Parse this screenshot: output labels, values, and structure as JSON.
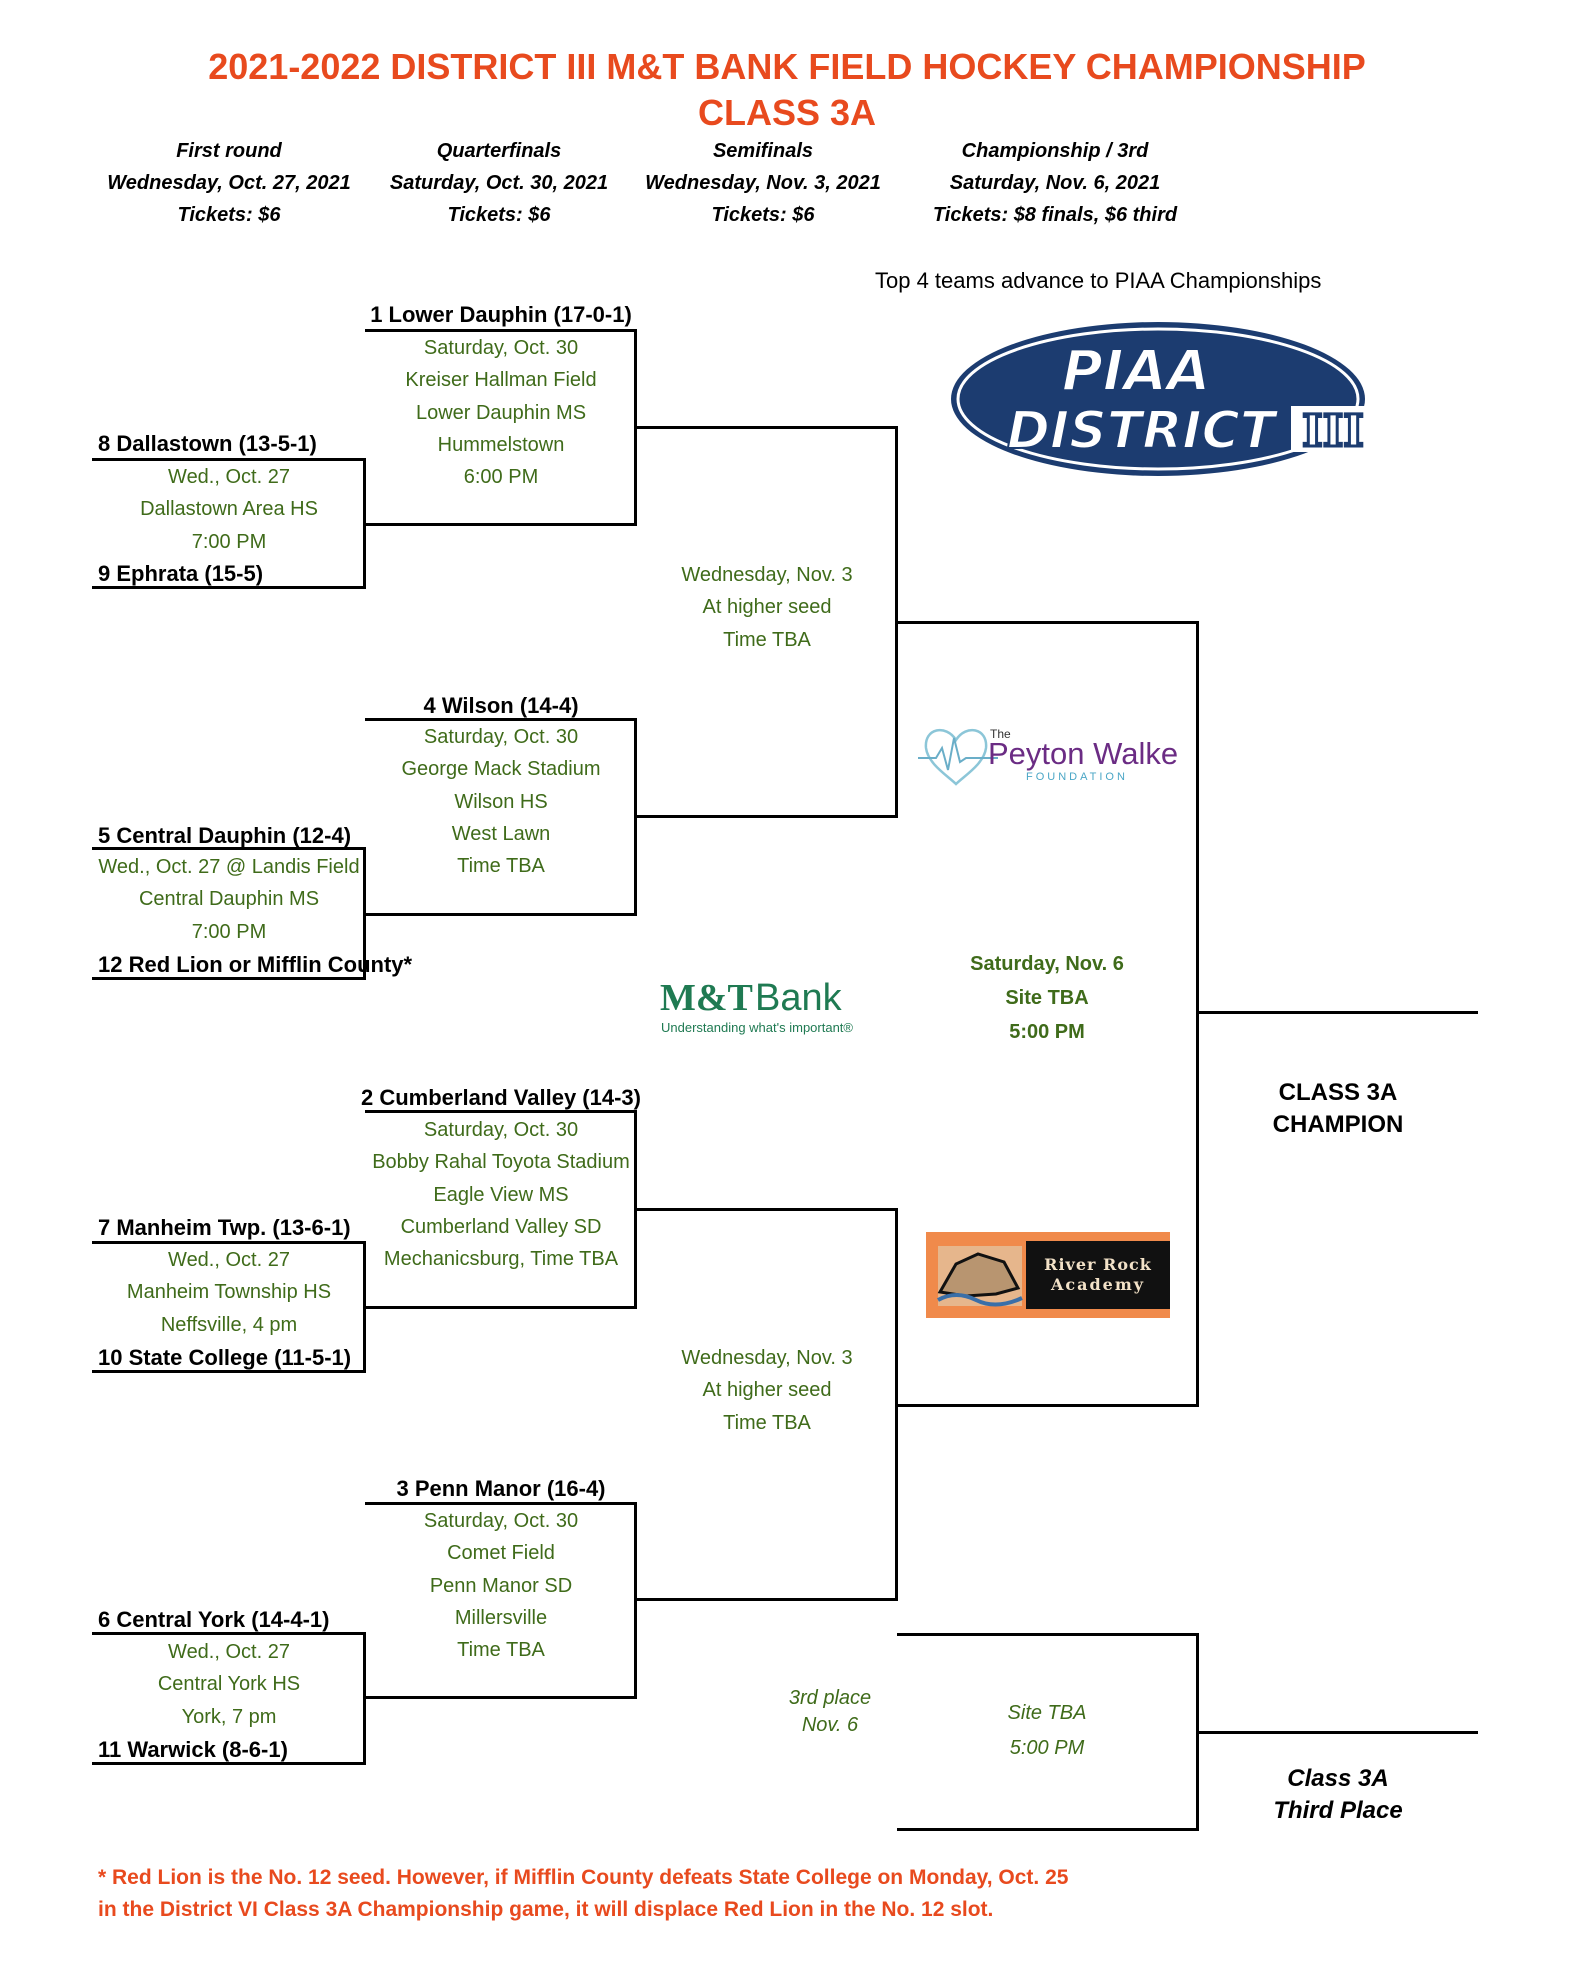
{
  "header": {
    "title_line1": "2021-2022 DISTRICT III M&T BANK FIELD HOCKEY CHAMPIONSHIP",
    "title_line2": "CLASS 3A"
  },
  "rounds": [
    {
      "name": "First round",
      "date": "Wednesday, Oct. 27, 2021",
      "tickets": "Tickets: $6"
    },
    {
      "name": "Quarterfinals",
      "date": "Saturday, Oct. 30, 2021",
      "tickets": "Tickets: $6"
    },
    {
      "name": "Semifinals",
      "date": "Wednesday, Nov. 3, 2021",
      "tickets": "Tickets: $6"
    },
    {
      "name": "Championship / 3rd",
      "date": "Saturday, Nov. 6, 2021",
      "tickets": "Tickets: $8 finals, $6 third"
    }
  ],
  "advance_note": "Top 4  teams advance to PIAA Championships",
  "teams": {
    "t1": "1 Lower Dauphin (17-0-1)",
    "t8": "8 Dallastown (13-5-1)",
    "t9": "9 Ephrata (15-5)",
    "t4": "4 Wilson (14-4)",
    "t5": "5 Central Dauphin (12-4)",
    "t12": "12 Red Lion or Mifflin County*",
    "t2": "2 Cumberland Valley (14-3)",
    "t7": "7 Manheim Twp. (13-6-1)",
    "t10": "10 State College (11-5-1)",
    "t3": "3 Penn Manor (16-4)",
    "t6": "6 Central York (14-4-1)",
    "t11": "11 Warwick (8-6-1)"
  },
  "games": {
    "fr1": [
      "Wed., Oct. 27",
      "Dallastown Area HS",
      "7:00 PM"
    ],
    "fr2": [
      "Wed., Oct. 27 @ Landis Field",
      "Central Dauphin MS",
      "7:00 PM"
    ],
    "fr3": [
      "Wed., Oct. 27",
      "Manheim Township HS",
      "Neffsville, 4 pm"
    ],
    "fr4": [
      "Wed., Oct. 27",
      "Central York HS",
      "York, 7 pm"
    ],
    "qf1": [
      "Saturday, Oct. 30",
      "Kreiser Hallman Field",
      "Lower Dauphin MS",
      "Hummelstown",
      "6:00 PM"
    ],
    "qf2": [
      "Saturday, Oct. 30",
      "George Mack Stadium",
      "Wilson HS",
      "West Lawn",
      "Time TBA"
    ],
    "qf3": [
      "Saturday, Oct. 30",
      "Bobby Rahal Toyota Stadium",
      "Eagle View MS",
      "Cumberland Valley SD",
      "Mechanicsburg, Time TBA"
    ],
    "qf4": [
      "Saturday, Oct. 30",
      "Comet Field",
      "Penn Manor SD",
      "Millersville",
      "Time TBA"
    ],
    "sf1": [
      "Wednesday, Nov. 3",
      "At higher seed",
      "Time TBA"
    ],
    "sf2": [
      "Wednesday, Nov. 3",
      "At higher seed",
      "Time TBA"
    ],
    "final": [
      "Saturday, Nov. 6",
      "Site TBA",
      "5:00 PM"
    ],
    "third_label": [
      "3rd place",
      "Nov. 6"
    ],
    "third": [
      "Site TBA",
      "5:00 PM"
    ]
  },
  "champion": [
    "CLASS 3A",
    "CHAMPION"
  ],
  "third_place": [
    "Class 3A",
    "Third Place"
  ],
  "logos": {
    "piaa_top": "PIAA",
    "piaa_bottom": "DISTRICT",
    "piaa_roman": "III",
    "peyton_the": "The",
    "peyton_name": "Peyton Walker",
    "peyton_sub": "FOUNDATION",
    "mt_name": "M&T",
    "mt_bank": "Bank",
    "mt_tag": "Understanding what's important®",
    "river_line1": "River Rock",
    "river_line2": "Academy"
  },
  "footnote": [
    "* Red Lion is the No. 12 seed.  However, if Mifflin County defeats State College on Monday, Oct. 25",
    "in the District VI Class 3A Championship game, it will displace Red Lion in the No. 12 slot."
  ],
  "colors": {
    "title": "#e84a1e",
    "venue": "#3f6b1a",
    "piaa_blue": "#1c3c70",
    "peyton_purple": "#6b2c84",
    "mt_green": "#1f7a52",
    "river_orange": "#f08a4b"
  }
}
